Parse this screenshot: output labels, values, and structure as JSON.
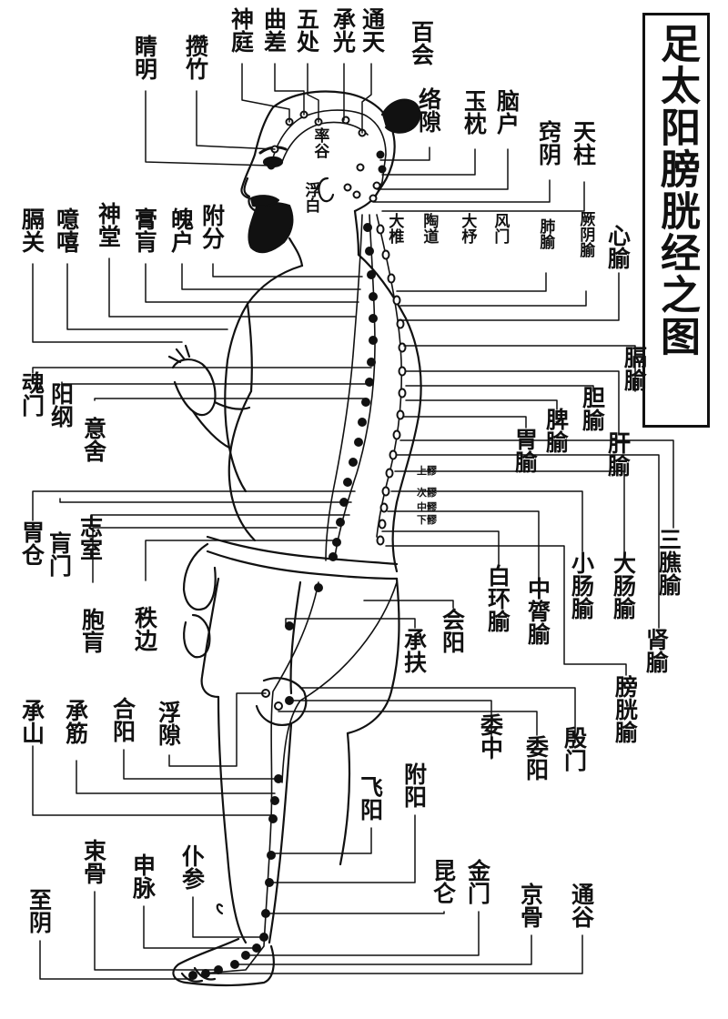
{
  "title": "足太阳膀胱经之图",
  "points": {
    "jingming": "睛明",
    "zanzhu": "攒竹",
    "shenting": "神庭",
    "qucha": "曲差",
    "wuchu": "五处",
    "chengguang": "承光",
    "tongtian": "通天",
    "baihui": "百会",
    "luoque": "络隙",
    "yuzhen": "玉枕",
    "naohu": "脑户",
    "qiaoyin": "窍阴",
    "tianzhu": "天柱",
    "shuaigu": "率谷",
    "fubai": "浮白",
    "geguan": "膈关",
    "yixi": "噫嘻",
    "shentang": "神堂",
    "gaohuang": "膏肓",
    "pohu": "魄户",
    "fufen": "附分",
    "dazhui": "大椎",
    "taodao": "陶道",
    "dazhu": "大杼",
    "fengmen": "风门",
    "feishu": "肺腧",
    "jueyinshu": "厥阴腧",
    "xinshu": "心腧",
    "geshu": "膈腧",
    "hunmen": "魂门",
    "yanggang": "阳纲",
    "yishe": "意舍",
    "danshu": "胆腧",
    "pishu": "脾腧",
    "ganshu": "肝腧",
    "weishu": "胃腧",
    "shangliao": "上髎",
    "ciliao": "次髎",
    "zhongliao": "中髎",
    "xialiao": "下髎",
    "weicang": "胃仓",
    "huangmen": "肓门",
    "zhishi": "志室",
    "sanjiaoshu": "三膲腧",
    "dachangshu": "大肠腧",
    "xiaochangshu": "小肠腧",
    "zhonglvshu": "中膂腧",
    "baihuanshu": "白环腧",
    "huiyang": "会阳",
    "shenshu": "肾腧",
    "baohuang": "胞肓",
    "zhibian": "秩边",
    "chengfu": "承扶",
    "pangguangshu": "膀胱腧",
    "chengshan": "承山",
    "chengjin": "承筋",
    "heyang": "合阳",
    "fuxi": "浮隙",
    "weizhong": "委中",
    "weiyang": "委阳",
    "yinmen": "殷门",
    "feiyang": "飞阳",
    "fuyang": "附阳",
    "shugu": "束骨",
    "shenmai": "申脉",
    "pucan": "仆参",
    "kunlun": "昆仑",
    "jinmen": "金门",
    "jinggu": "京骨",
    "tonggu": "通谷",
    "zhiyin": "至阴"
  }
}
